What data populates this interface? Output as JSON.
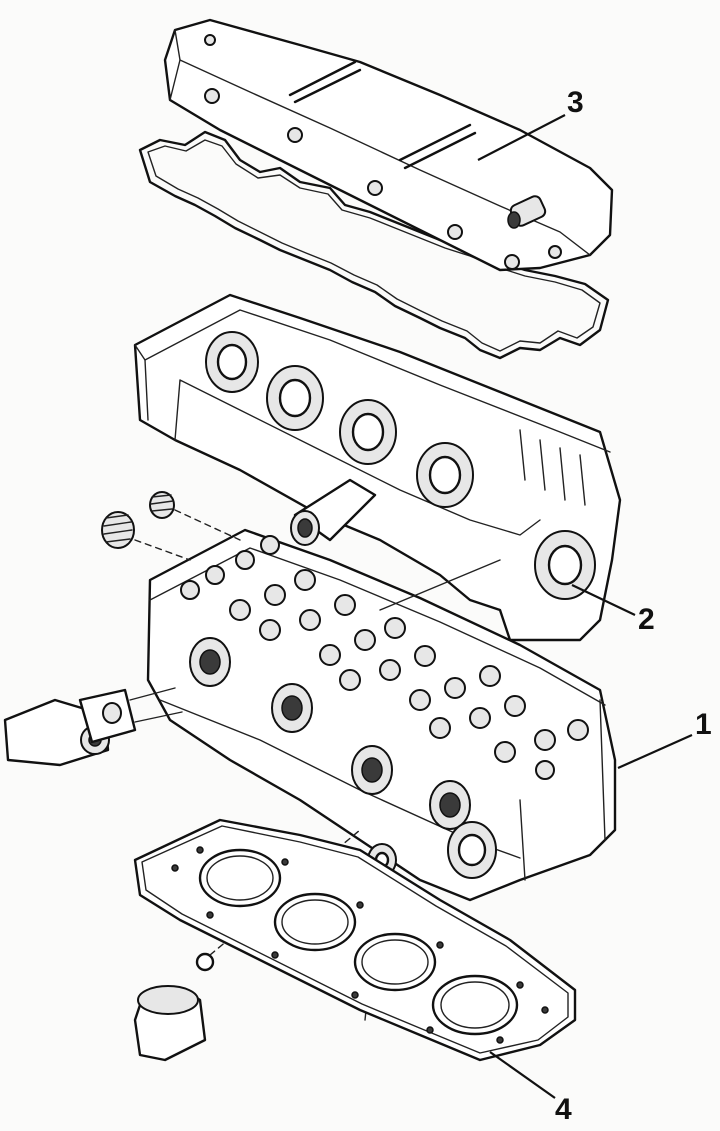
{
  "callouts": {
    "cylinder_head": "1",
    "camshaft_housing": "2",
    "valve_cover": "3",
    "head_gasket": "4"
  }
}
